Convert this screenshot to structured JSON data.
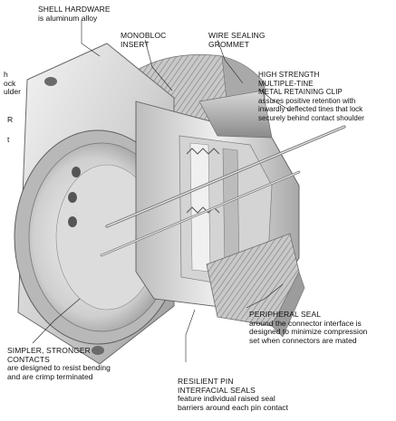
{
  "callouts": {
    "shell_hardware": {
      "title": "SHELL HARDWARE",
      "desc": [
        "is aluminum alloy"
      ]
    },
    "monobloc_insert": {
      "title": [
        "MONOBLOC",
        "INSERT"
      ]
    },
    "wire_sealing_grommet": {
      "title": [
        "WIRE SEALING",
        "GROMMET"
      ]
    },
    "retaining_clip": {
      "title": [
        "HIGH STRENGTH",
        "MULTIPLE-TINE",
        "METAL RETAINING CLIP"
      ],
      "desc": [
        "assures positive retention with",
        "inwardly deflected tines that lock",
        "securely behind contact shoulder"
      ]
    },
    "left_fragment": {
      "lines": [
        "h",
        "ock",
        "ulder",
        "R",
        "t"
      ]
    },
    "peripheral_seal": {
      "title": "PERIPHERAL SEAL",
      "desc": [
        "around the connector interface is",
        "designed to minimize compression",
        "set when connectors are mated"
      ]
    },
    "contacts": {
      "title": [
        "SIMPLER, STRONGER",
        "CONTACTS"
      ],
      "desc": [
        "are designed to resist bending",
        "and are crimp terminated"
      ]
    },
    "pin_seals": {
      "title": [
        "RESILIENT PIN",
        "INTERFACIAL SEALS"
      ],
      "desc": [
        "feature individual raised seal",
        "barriers around each pin contact"
      ]
    }
  },
  "colors": {
    "metal_light": "#e9e9e9",
    "metal_mid": "#c4c4c4",
    "metal_dark": "#8e8e8e",
    "metal_shadow": "#5a5a5a",
    "leader": "#222222"
  }
}
